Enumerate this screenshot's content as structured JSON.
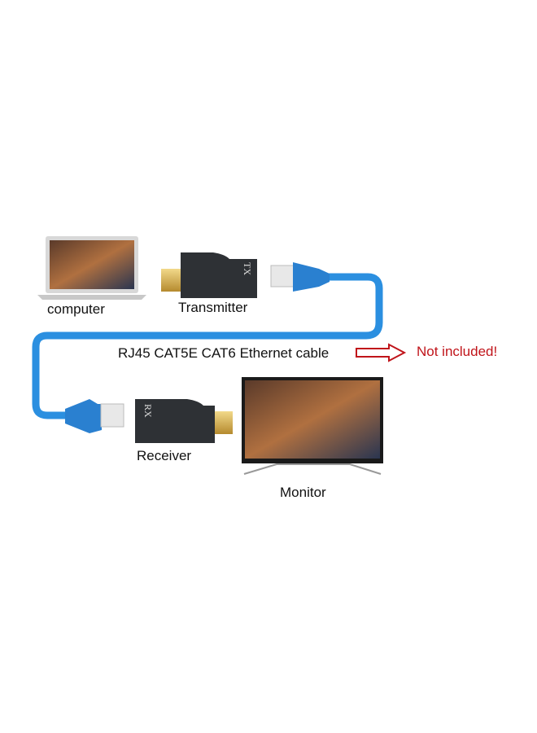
{
  "labels": {
    "computer": "computer",
    "transmitter": "Transmitter",
    "receiver": "Receiver",
    "monitor": "Monitor",
    "cable": "RJ45 CAT5E CAT6 Ethernet cable",
    "not_included": "Not included!",
    "tx_mark": "TX",
    "rx_mark": "RX"
  },
  "colors": {
    "cable": "#2b8fe0",
    "adapter": "#2e3135",
    "warning": "#c0141a"
  }
}
